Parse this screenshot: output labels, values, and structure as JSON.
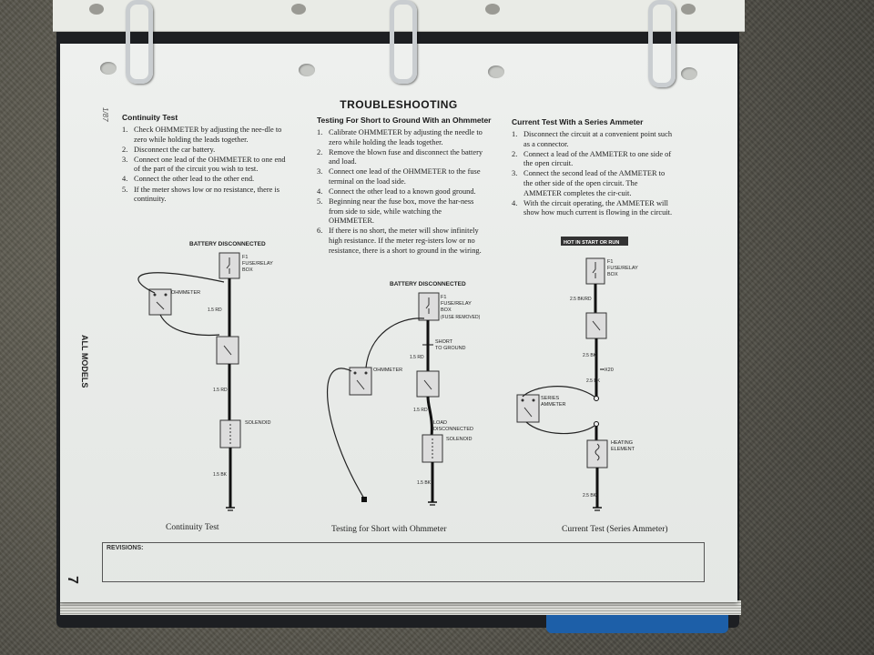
{
  "document": {
    "title": "TROUBLESHOOTING",
    "side_label": "ALL MODELS",
    "side_date": "1/87",
    "page_number": "7",
    "revisions_label": "REVISIONS:"
  },
  "columns": [
    {
      "heading": "Continuity Test",
      "steps": [
        {
          "num": "1.",
          "text": "Check OHMMETER by adjusting the nee-dle to zero while holding the leads together."
        },
        {
          "num": "2.",
          "text": "Disconnect the car battery."
        },
        {
          "num": "3.",
          "text": "Connect one lead of the OHMMETER to one end of the part of the circuit you wish to test."
        },
        {
          "num": "4.",
          "text": "Connect the other lead to the other end."
        },
        {
          "num": "5.",
          "text": "If the meter shows low or no resistance, there is continuity."
        }
      ]
    },
    {
      "heading": "Testing For Short to Ground With an Ohmmeter",
      "steps": [
        {
          "num": "1.",
          "text": "Calibrate OHMMETER by adjusting the needle to zero while holding the leads together."
        },
        {
          "num": "2.",
          "text": "Remove the blown fuse and disconnect the battery and load."
        },
        {
          "num": "3.",
          "text": "Connect one lead of the OHMMETER to the fuse terminal on the load side."
        },
        {
          "num": "4.",
          "text": "Connect the other lead to a known good ground."
        },
        {
          "num": "5.",
          "text": "Beginning near the fuse box, move the har-ness from side to side, while watching the OHMMETER."
        },
        {
          "num": "6.",
          "text": "If there is no short, the meter will show infinitely high resistance. If the meter reg-isters low or no resistance, there is a short to ground in the wiring."
        }
      ]
    },
    {
      "heading": "Current Test With a Series Ammeter",
      "steps": [
        {
          "num": "1.",
          "text": "Disconnect the circuit at a convenient point such as a connector."
        },
        {
          "num": "2.",
          "text": "Connect a lead of the AMMETER to one side of the open circuit."
        },
        {
          "num": "3.",
          "text": "Connect the second lead of the AMMETER to the other side of the open circuit. The AMMETER completes the cir-cuit."
        },
        {
          "num": "4.",
          "text": "With the circuit operating, the AMMETER will show how much current is flowing in the circuit."
        }
      ]
    }
  ],
  "diagrams": {
    "continuity": {
      "header": "BATTERY DISCONNECTED",
      "fuse_label_1": "F1",
      "fuse_label_2": "FUSE/RELAY",
      "fuse_label_3": "BOX",
      "meter_label": "OHMMETER",
      "wire_1": "1.5 RD",
      "wire_2": "1.5 RD",
      "wire_3": "1.5 BK",
      "solenoid_label": "SOLENOID",
      "caption": "Continuity Test"
    },
    "short": {
      "header": "BATTERY DISCONNECTED",
      "fuse_label_1": "F1",
      "fuse_label_2": "FUSE/RELAY",
      "fuse_label_3": "BOX",
      "fuse_label_4": "(FUSE REMOVED)",
      "meter_label": "OHMMETER",
      "short_label_1": "SHORT",
      "short_label_2": "TO GROUND",
      "wire_1": "1.5 RD",
      "wire_2": "1.5 RD",
      "wire_3": "1.5 BK",
      "load_label_1": "LOAD",
      "load_label_2": "DISCONNECTED",
      "solenoid_label": "SOLENOID",
      "caption": "Testing for Short with Ohmmeter"
    },
    "current": {
      "header": "HOT IN START OR RUN",
      "fuse_label_1": "F1",
      "fuse_label_2": "FUSE/RELAY",
      "fuse_label_3": "BOX",
      "wire_1": "2.5 BK/RD",
      "wire_2": "2.5 BK",
      "wire_3": "2.5 BK",
      "connector_label": "X20",
      "meter_label_1": "SERIES",
      "meter_label_2": "AMMETER",
      "element_label_1": "HEATING",
      "element_label_2": "ELEMENT",
      "wire_4": "2.5 BK",
      "caption": "Current Test (Series Ammeter)"
    }
  }
}
